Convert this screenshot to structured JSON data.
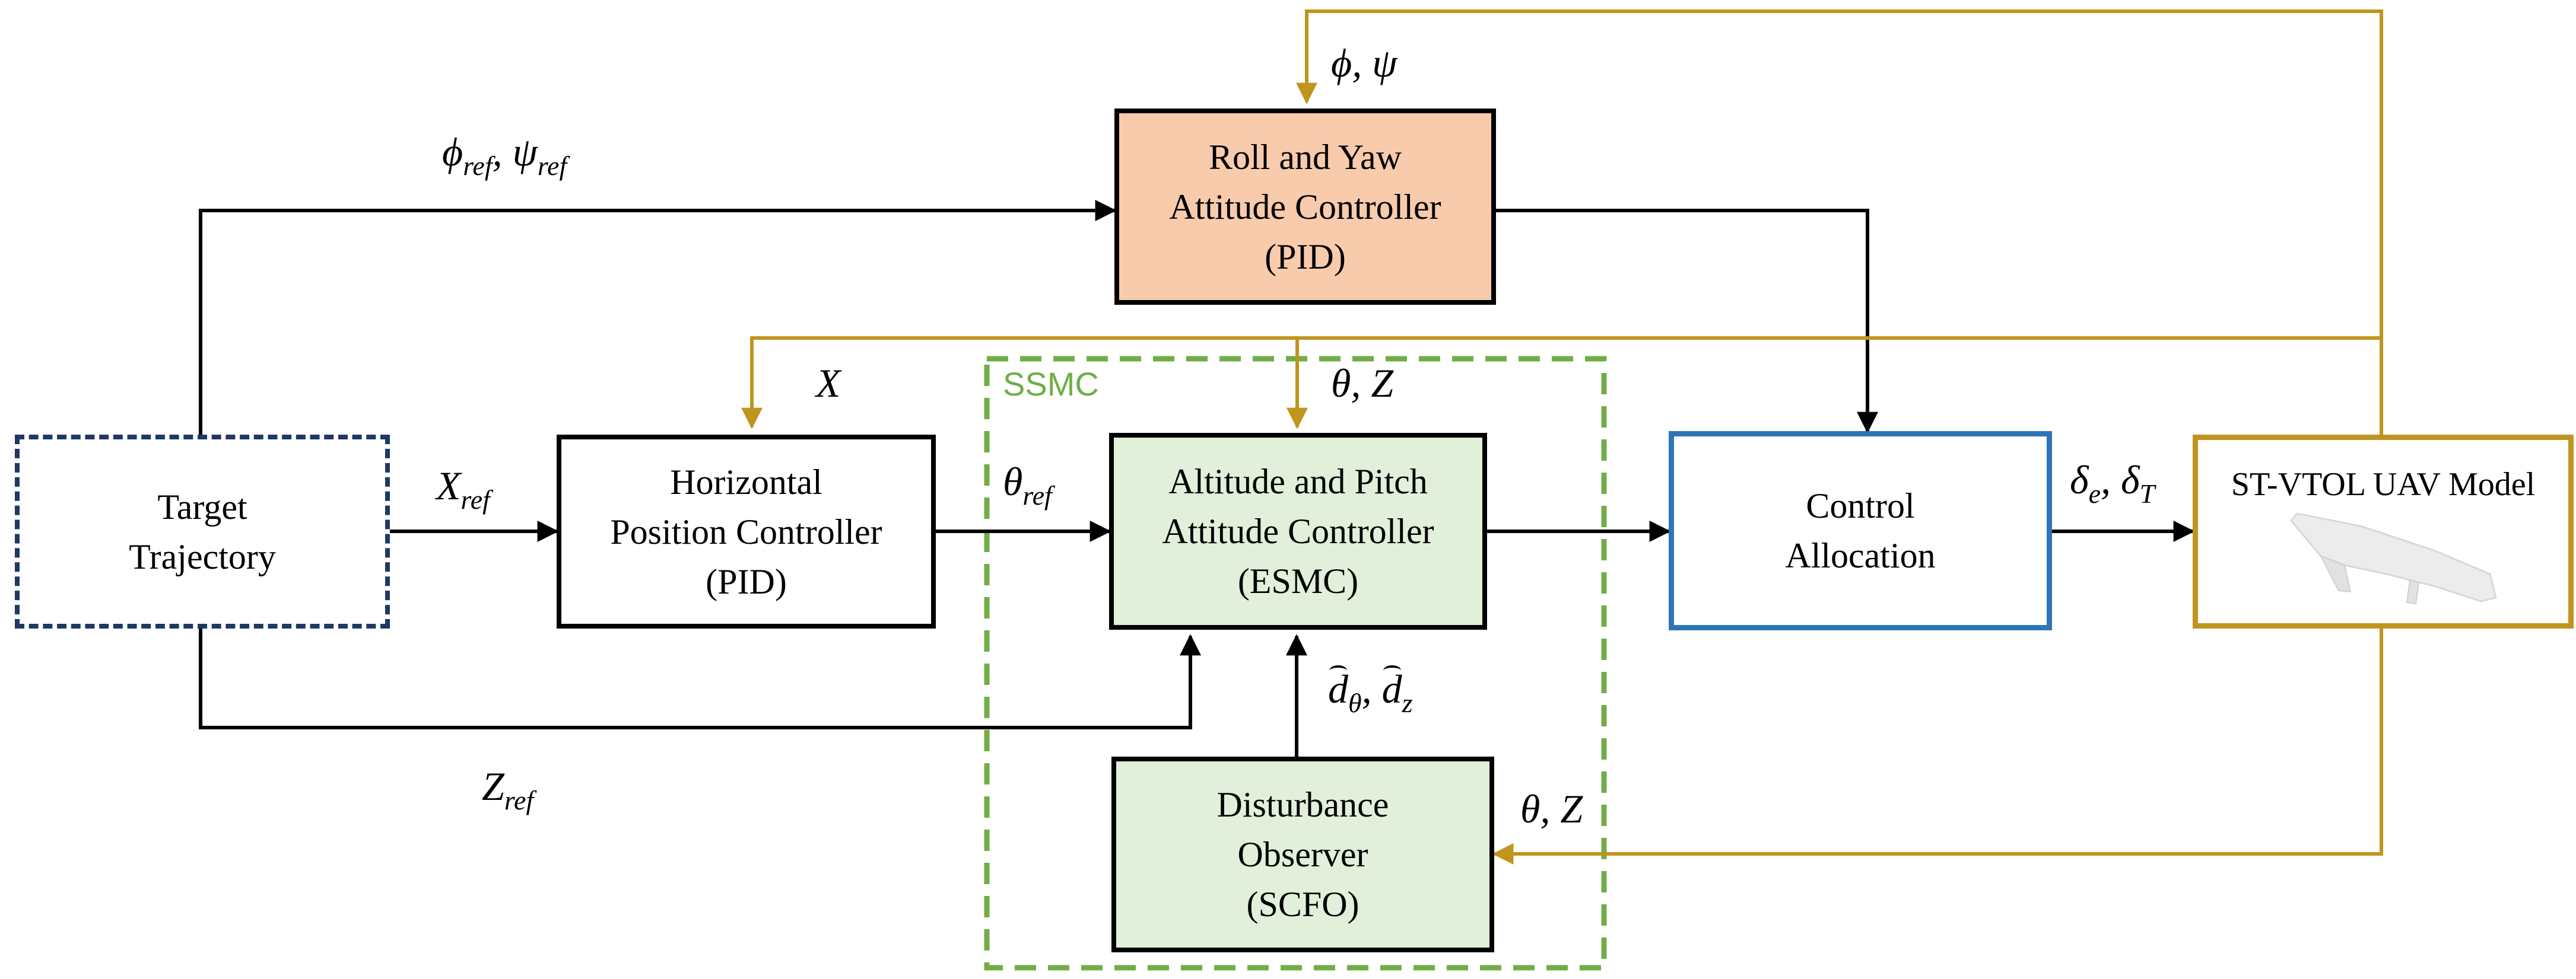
{
  "colors": {
    "feedback": "#C0951E",
    "roll_yaw_fill": "#F8CBAD",
    "green_fill": "#E2EFDA",
    "ssmc_border": "#70AD47",
    "target_border": "#1F3864",
    "control_allocation_border": "#2E75B6",
    "uav_border": "#C0951E"
  },
  "blocks": {
    "target_trajectory": {
      "lines": [
        "Target",
        "Trajectory"
      ]
    },
    "horizontal_position_controller": {
      "lines": [
        "Horizontal",
        "Position Controller",
        "(PID)"
      ]
    },
    "roll_yaw_controller": {
      "lines": [
        "Roll and Yaw",
        "Attitude Controller",
        "(PID)"
      ]
    },
    "altitude_pitch_controller": {
      "lines": [
        "Altitude and Pitch",
        "Attitude Controller",
        "(ESMC)"
      ]
    },
    "disturbance_observer": {
      "lines": [
        "Disturbance",
        "Observer",
        "(SCFO)"
      ]
    },
    "control_allocation": {
      "lines": [
        "Control",
        "Allocation"
      ]
    },
    "uav_model": {
      "label": "ST-VTOL UAV Model",
      "image": "uav-silhouette"
    }
  },
  "group": {
    "label": "SSMC"
  },
  "signals": {
    "phi_psi_ref": {
      "base1": "ϕ",
      "sub1": "ref",
      "sep": ", ",
      "base2": "ψ",
      "sub2": "ref"
    },
    "phi_psi": {
      "text": "ϕ, ψ"
    },
    "x_feedback": {
      "text": "X"
    },
    "theta_z_top": {
      "text": "θ, Z"
    },
    "x_ref": {
      "base": "X",
      "sub": "ref"
    },
    "theta_ref": {
      "base": "θ",
      "sub": "ref"
    },
    "z_ref": {
      "base": "Z",
      "sub": "ref"
    },
    "d_hat": {
      "base1": "d",
      "sub1": "θ",
      "sep": ", ",
      "base2": "d",
      "sub2": "z"
    },
    "theta_z_bottom": {
      "text": "θ, Z"
    },
    "delta": {
      "base1": "δ",
      "sub1": "e",
      "sep": ", ",
      "base2": "δ",
      "sub2": "T"
    }
  }
}
